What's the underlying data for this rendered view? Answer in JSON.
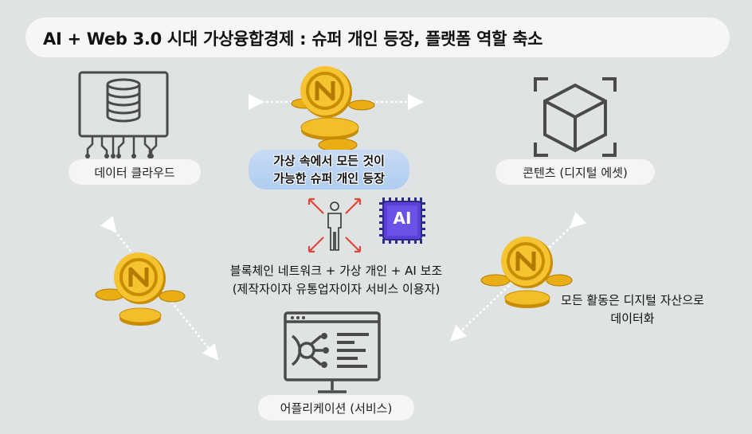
{
  "title": "AI +  Web 3.0 시대 가상융합경제 : 슈퍼 개인 등장, 플랫폼 역할 축소",
  "nodes": {
    "data_cloud": "데이터 클라우드",
    "contents": "콘텐츠 (디지털 에셋)",
    "application": "어플리케이션 (서비스)"
  },
  "highlight": {
    "line1": "가상 속에서 모든 것이",
    "line2": "가능한 슈퍼 개인 등장"
  },
  "center": {
    "line1": "블록체인 네트워크 + 가상 개인 + AI 보조",
    "line2": "(제작자이자 유통업자이자 서비스 이용자)"
  },
  "right_note": {
    "line1": "모든 활동은 디지털 자산으로",
    "line2": "데이터화"
  },
  "ai_chip_label": "AI",
  "icons": [
    "database-server-icon",
    "cube-asset-icon",
    "application-monitor-icon",
    "person-icon",
    "ai-chip-icon",
    "coin-icon"
  ],
  "colors": {
    "background": "#dfe3e3",
    "coin_gold": "#f0b818",
    "arrow_red": "#e0483a",
    "chip_purple": "#5b3fd6",
    "highlight_blue": "#b4d0f2"
  }
}
